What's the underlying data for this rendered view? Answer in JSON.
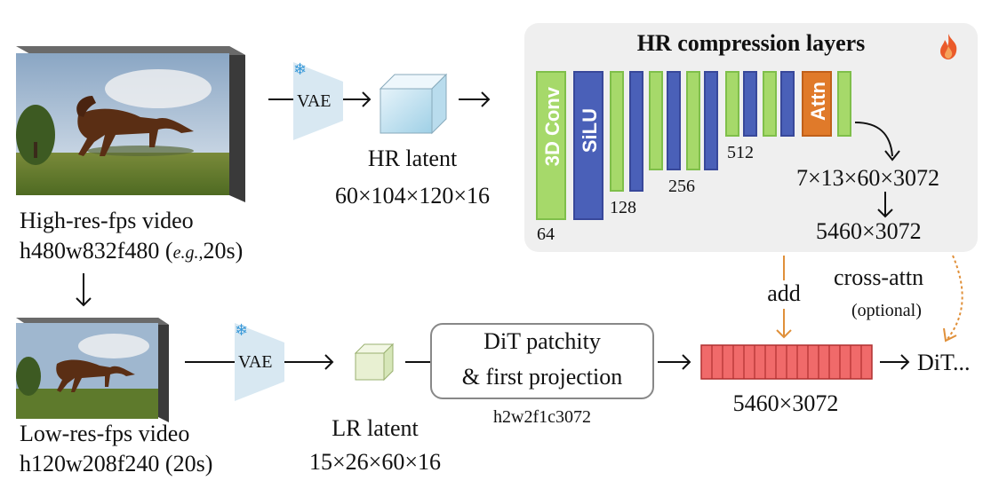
{
  "hr_video": {
    "title": "High-res-fps video",
    "dims": "h480w832f480 (",
    "eg": "e.g.,",
    "dims_end": "20s)"
  },
  "lr_video": {
    "title": "Low-res-fps video",
    "dims": "h120w208f240 (20s)"
  },
  "vae_label": "VAE",
  "hr_latent": {
    "title": "HR latent",
    "dims": "60×104×120×16"
  },
  "lr_latent": {
    "title": "LR latent",
    "dims": "15×26×60×16"
  },
  "panel": {
    "title": "HR compression layers",
    "conv_label": "3D Conv",
    "silu_label": "SiLU",
    "attn_label": "Attn",
    "ch_64": "64",
    "ch_128": "128",
    "ch_256": "256",
    "ch_512": "512",
    "out_shape": "7×13×60×3072",
    "flat_shape": "5460×3072"
  },
  "dit_box": {
    "line1": "DiT patchity",
    "line2": "& first projection",
    "sub": "h2w2f1c3072"
  },
  "add_label": "add",
  "cross_attn": {
    "label": "cross-attn",
    "note": "(optional)"
  },
  "token_shape": "5460×3072",
  "dit_out": "DiT...",
  "colors": {
    "green": "#a6d96a",
    "blue": "#4a60b8",
    "orange": "#e07a2a",
    "token_red": "#f06a6a",
    "arrow_orange": "#e0903a"
  }
}
